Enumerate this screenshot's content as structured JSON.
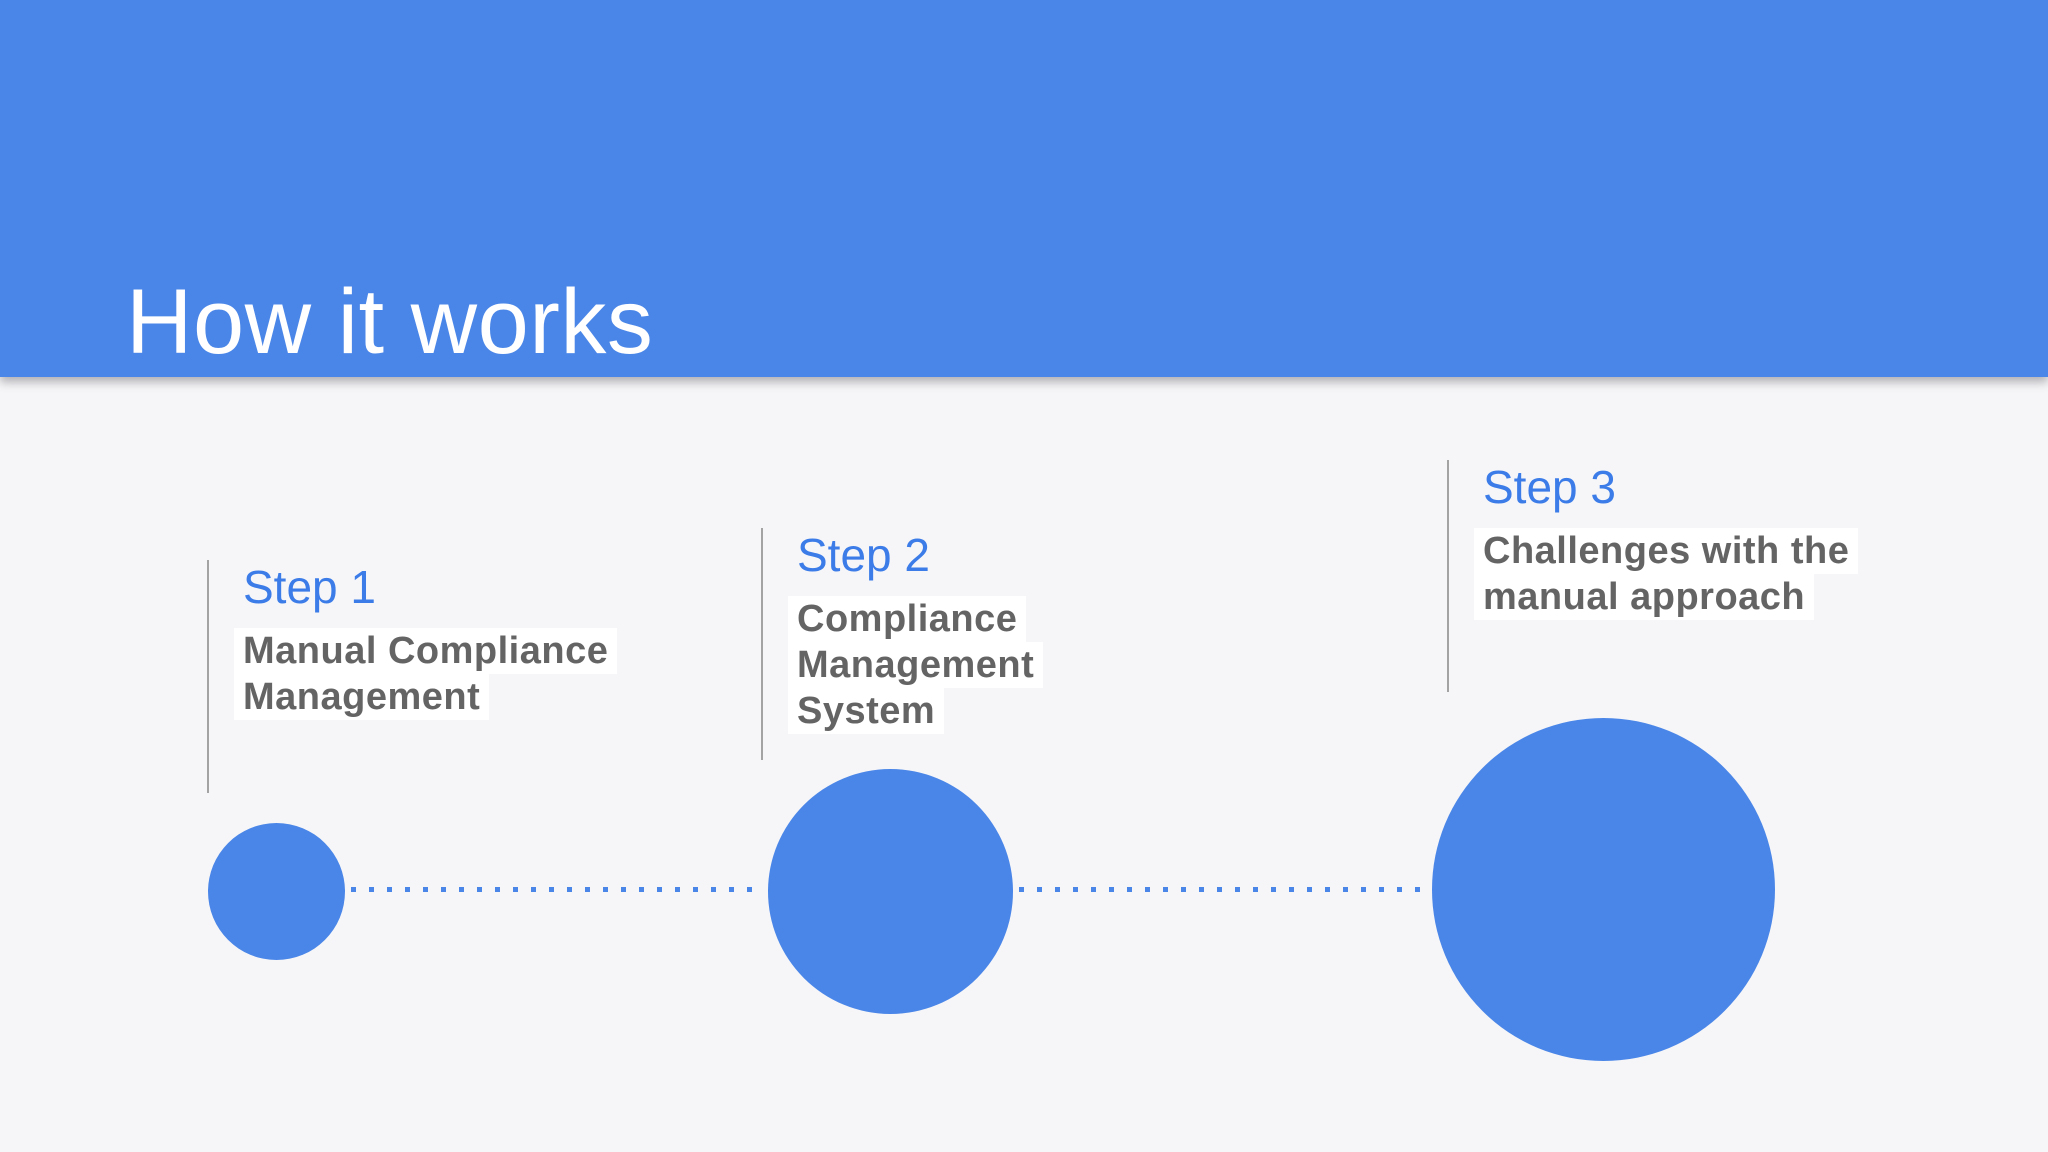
{
  "slide": {
    "title": "How it works",
    "steps": [
      {
        "label": "Step 1",
        "subtitle_lines": [
          "Manual Compliance",
          "Management"
        ]
      },
      {
        "label": "Step 2",
        "subtitle_lines": [
          "Compliance",
          "Management",
          "System"
        ]
      },
      {
        "label": "Step 3",
        "subtitle_lines": [
          "Challenges with the",
          "manual approach"
        ]
      }
    ]
  },
  "colors": {
    "header_bg": "#4a86e8",
    "shape_blue": "#4a86e8",
    "accent_text": "#3b7ce8",
    "title_color": "#ffffff",
    "subtitle_color": "#646464",
    "rule_color": "#a3a3a3",
    "body_bg": "#f6f6f8",
    "highlight_bg": "#ffffff"
  }
}
